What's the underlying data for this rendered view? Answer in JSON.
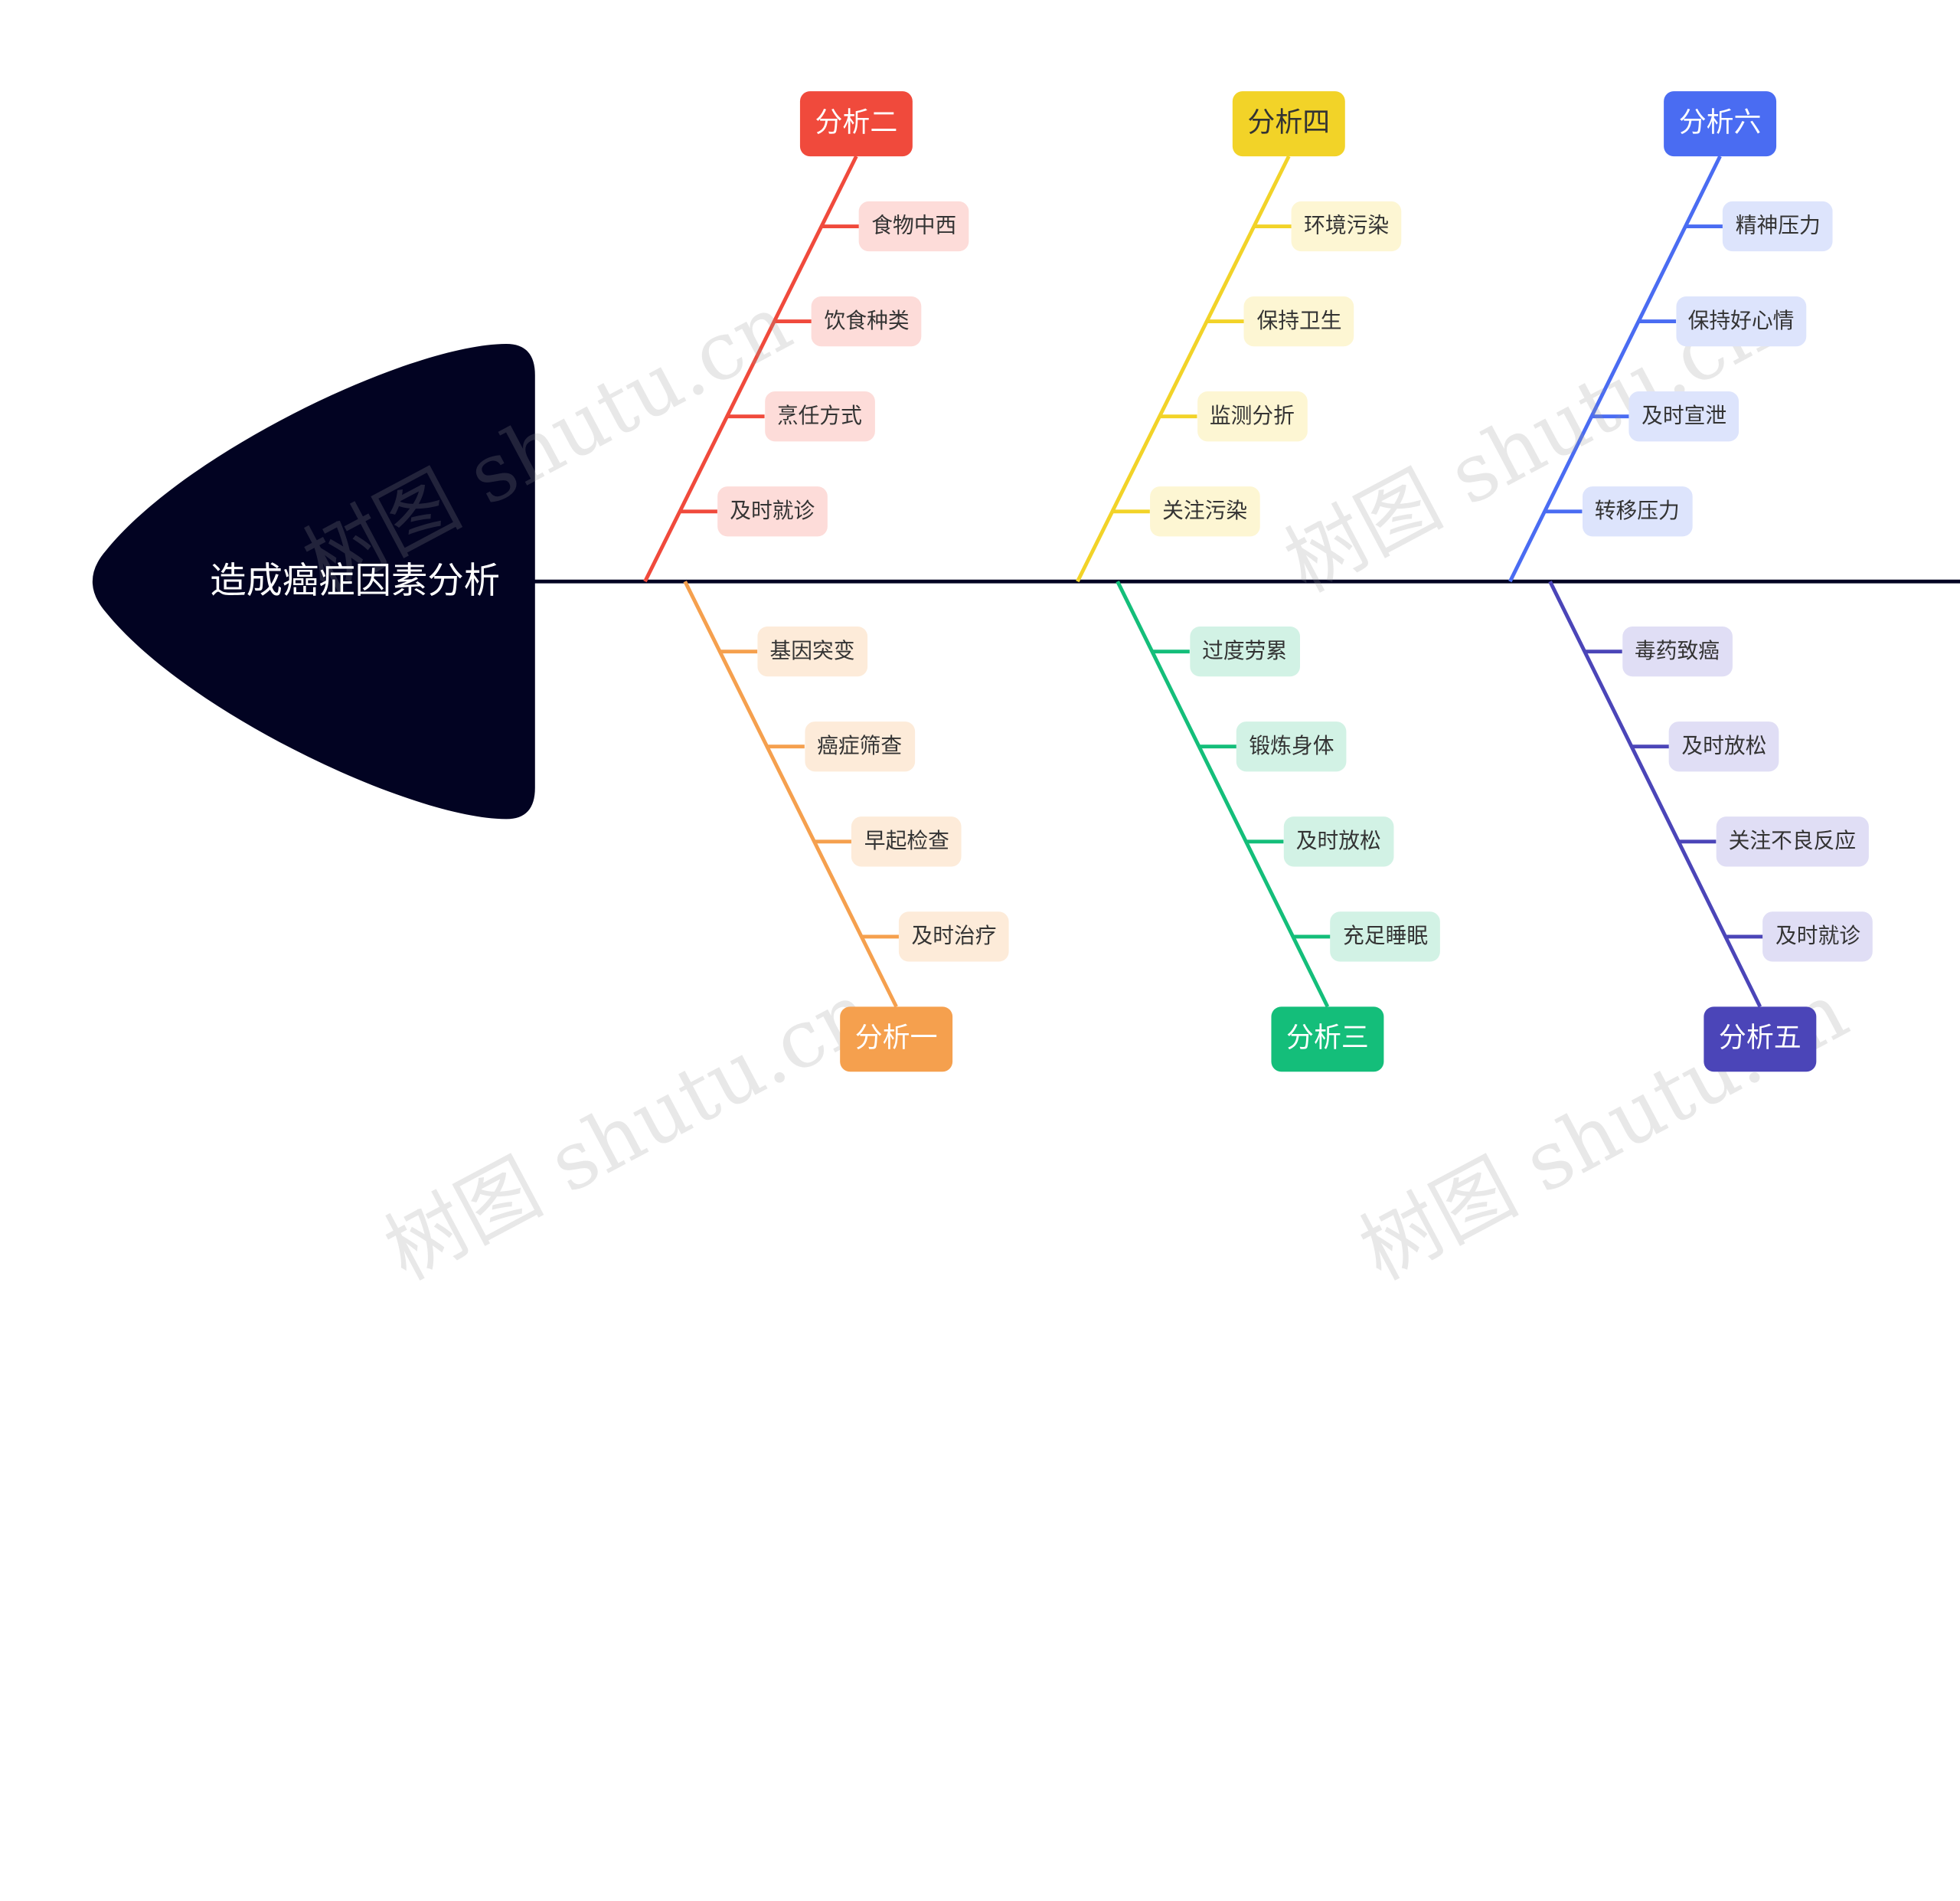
{
  "root": {
    "label": "造成癌症因素分析",
    "color": "#020322"
  },
  "categories": [
    {
      "id": "c2",
      "label": "分析二",
      "color": "#f04a3c",
      "leafBg": "#fddcd9",
      "leaves": [
        "食物中西",
        "饮食种类",
        "烹任方式",
        "及时就诊"
      ]
    },
    {
      "id": "c1",
      "label": "分析一",
      "color": "#f5a04e",
      "leafBg": "#fdebd9",
      "leaves": [
        "基因突变",
        "癌症筛查",
        "早起检查",
        "及时治疗"
      ]
    },
    {
      "id": "c4",
      "label": "分析四",
      "color": "#f2d328",
      "leafBg": "#fdf6d3",
      "leaves": [
        "环境污染",
        "保持卫生",
        "监测分折",
        "关注污染"
      ]
    },
    {
      "id": "c3",
      "label": "分析三",
      "color": "#14be7a",
      "leafBg": "#d2f2e5",
      "leaves": [
        "过度劳累",
        "锻炼身体",
        "及时放松",
        "充足睡眠"
      ]
    },
    {
      "id": "c6",
      "label": "分析六",
      "color": "#4a6cf2",
      "leafBg": "#dde4fc",
      "leaves": [
        "精神压力",
        "保持好心情",
        "及时宣泄",
        "转移压力"
      ]
    },
    {
      "id": "c5",
      "label": "分析五",
      "color": "#4b45b8",
      "leafBg": "#e0def5",
      "leaves": [
        "毒药致癌",
        "及时放松",
        "关注不良反应",
        "及时就诊"
      ]
    }
  ],
  "watermark": "树图 shutu.cn"
}
